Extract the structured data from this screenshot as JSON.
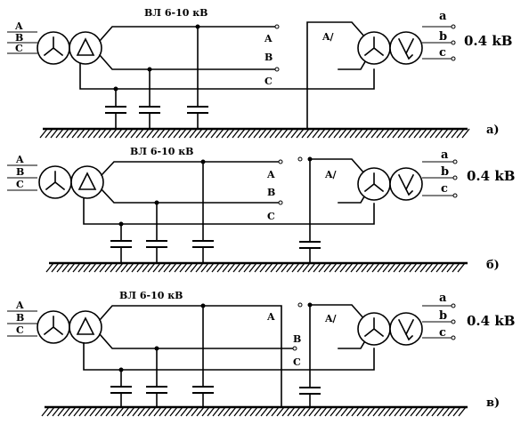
{
  "line_title": "ВЛ 6-10 кВ",
  "voltage_lv": "0.4 kВ",
  "hv_phase_labels": [
    "A",
    "B",
    "C"
  ],
  "line_phase_labels": [
    "A",
    "B",
    "C"
  ],
  "fault_label": "A/",
  "lv_phase_labels": [
    "a",
    "b",
    "c"
  ],
  "sub_labels": [
    "а)",
    "б)",
    "в)"
  ]
}
